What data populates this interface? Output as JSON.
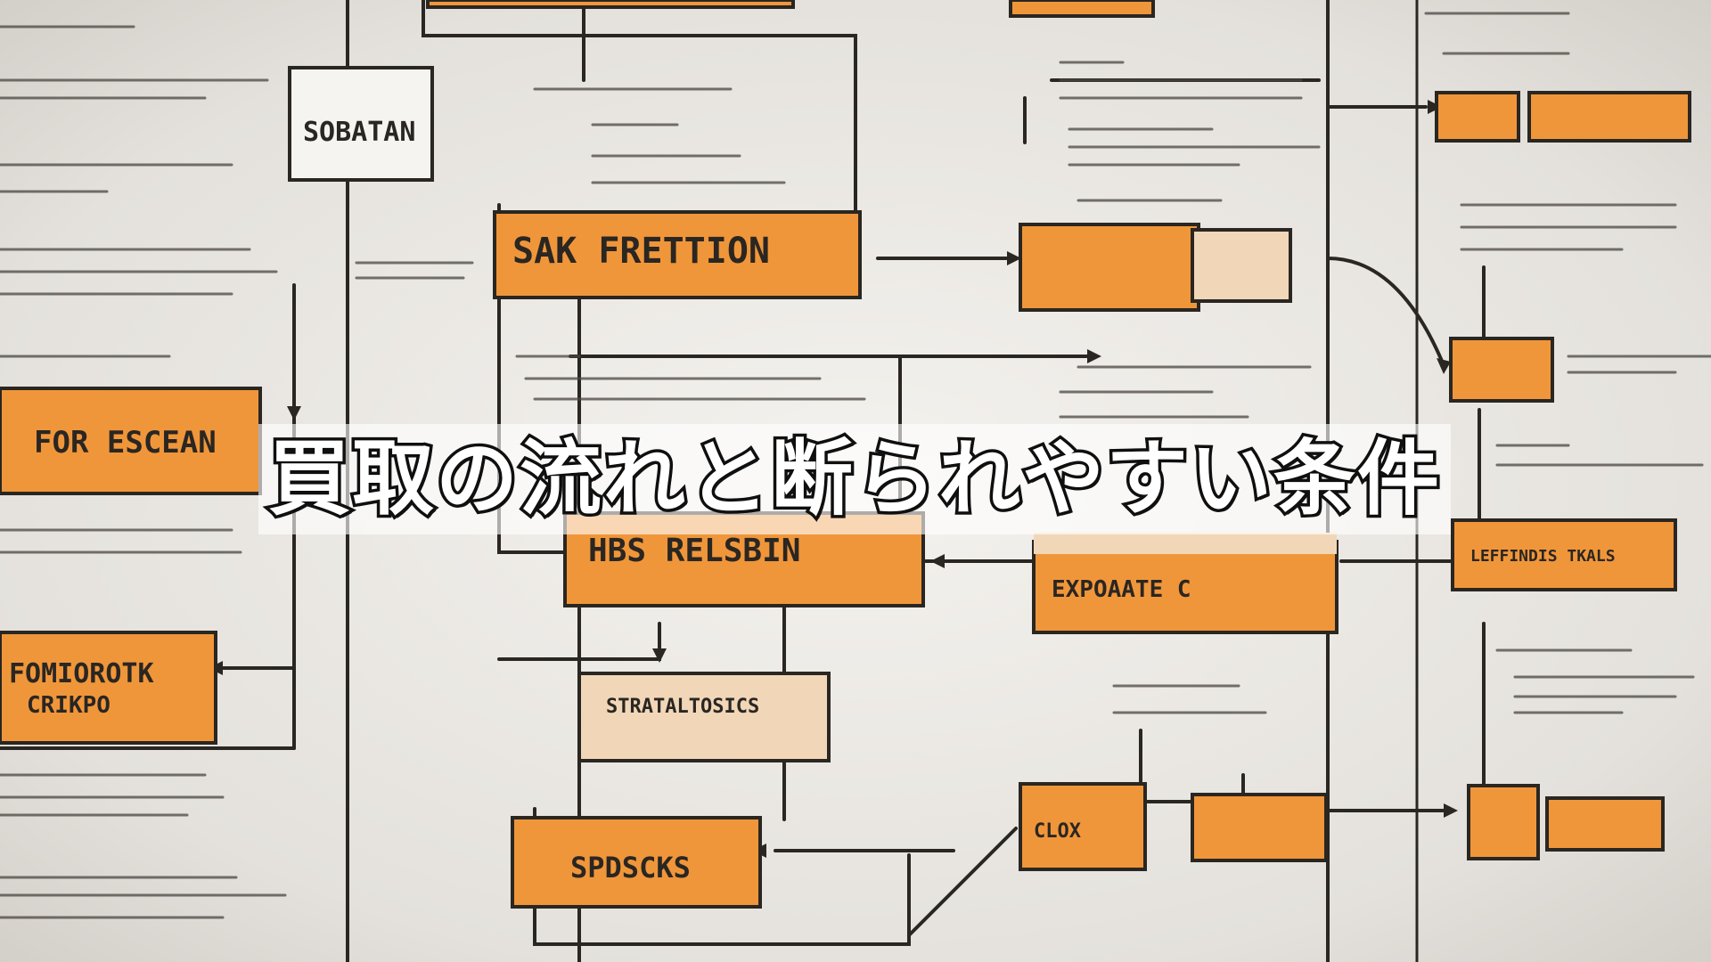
{
  "title": "買取の流れと断られやすい条件",
  "background": {
    "description_icon": "flowchart-background-icon",
    "colors": {
      "paper": "#eceae6",
      "box_fill": "#f0963a",
      "box_stroke": "#2a2622",
      "light_box": "#f1d7b8",
      "ink": "#2a2622"
    },
    "box_labels": [
      "SOBATAN",
      "SAK FRETTION",
      "FOR ESCEAN",
      "FOMIOROTK",
      "HBS RELSBIN",
      "SPDSCKS"
    ]
  },
  "title_style": {
    "fill": "#ffffff",
    "stroke": "#111111",
    "band": "rgba(255,255,255,0.62)"
  }
}
